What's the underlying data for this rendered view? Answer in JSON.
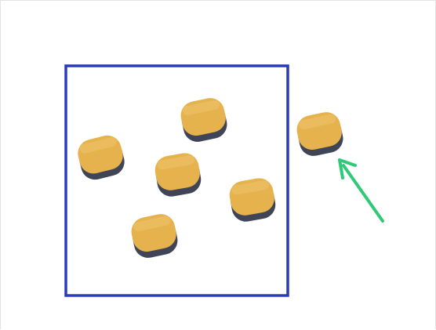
{
  "scene": {
    "description_items": [
      {
        "name": "pad",
        "group": "inside-box"
      },
      {
        "name": "pad",
        "group": "inside-box"
      },
      {
        "name": "pad",
        "group": "inside-box"
      },
      {
        "name": "pad",
        "group": "inside-box"
      },
      {
        "name": "pad",
        "group": "inside-box"
      },
      {
        "name": "pad",
        "group": "outside-box"
      }
    ],
    "pad_count_in_box": 5,
    "pad_count_outside_box": 1,
    "colors": {
      "background": "#ffffff",
      "box_border": "#2a3ab8",
      "pad_top": "#e5b24e",
      "pad_top_highlight": "#efc56a",
      "pad_side": "#3f4457",
      "arrow": "#2fc978"
    },
    "icons": {
      "arrow": "arrow-up-left-icon"
    }
  }
}
